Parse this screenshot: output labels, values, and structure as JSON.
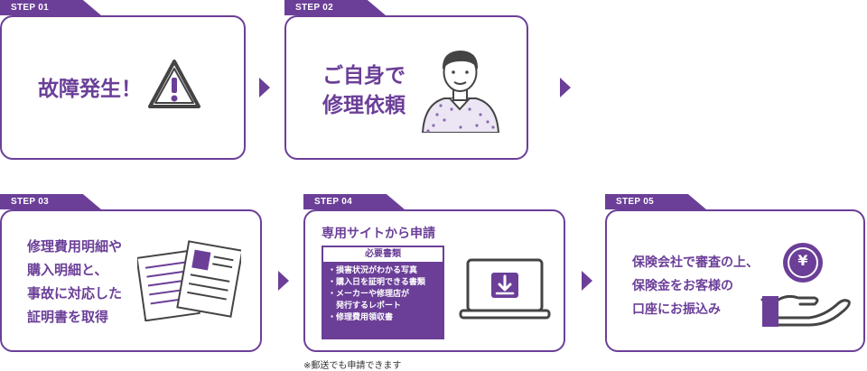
{
  "steps": [
    {
      "tab": "STEP 01",
      "text": "故障発生！"
    },
    {
      "tab": "STEP 02",
      "lines": [
        "ご自身で",
        "修理依頼"
      ]
    },
    {
      "tab": "STEP 03",
      "lines": [
        "修理費用明細や",
        "購入明細と、",
        "事故に対応した",
        "証明書を取得"
      ]
    },
    {
      "tab": "STEP 04",
      "title": "専用サイトから申請",
      "docs_title": "必要書類",
      "docs": [
        "・損害状況がわかる写真",
        "・購入日を証明できる書類",
        "・メーカーや修理店が",
        "　発行するレポート",
        "・修理費用領収書"
      ]
    },
    {
      "tab": "STEP 05",
      "lines": [
        "保険会社で審査の上、",
        "保険金をお客様の",
        "口座にお振込み"
      ],
      "coin": "¥"
    }
  ],
  "note": "※郵送でも申請できます",
  "colors": {
    "accent": "#6b3f98",
    "text": "#333333"
  },
  "icons": [
    "warning-icon",
    "man-icon",
    "documents-icon",
    "laptop-download-icon",
    "hand-coin-icon"
  ]
}
